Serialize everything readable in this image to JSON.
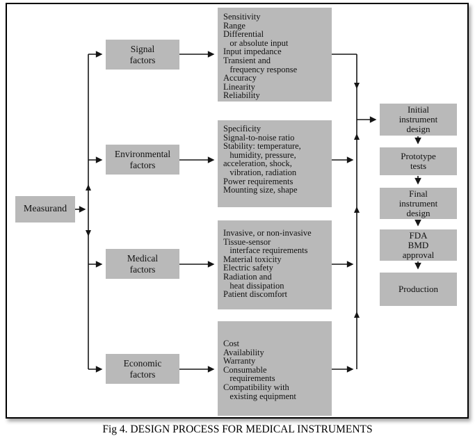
{
  "caption": "Fig 4. DESIGN PROCESS FOR MEDICAL INSTRUMENTS",
  "diagram": {
    "measurand_label": "Measurand",
    "factor_groups": [
      {
        "label": "Signal\nfactors",
        "details": [
          "Sensitivity",
          "Range",
          "Differential",
          "   or absolute input",
          "Input impedance",
          "Transient and",
          "   frequency response",
          "Accuracy",
          "Linearity",
          "Reliability"
        ]
      },
      {
        "label": "Environmental\nfactors",
        "details": [
          "Specificity",
          "Signal-to-noise ratio",
          "Stability: temperature,",
          "   humidity, pressure,",
          "acceleration, shock,",
          "   vibration, radiation",
          "Power requirements",
          "Mounting size, shape"
        ]
      },
      {
        "label": "Medical\nfactors",
        "details": [
          "Invasive, or non-invasive",
          "Tissue-sensor",
          "   interface requirements",
          "Material toxicity",
          "Electric safety",
          "Radiation and",
          "   heat dissipation",
          "Patient discomfort"
        ]
      },
      {
        "label": "Economic\nfactors",
        "details": [
          "Cost",
          "Availability",
          "Warranty",
          "Consumable",
          "   requirements",
          "Compatibility with",
          "   existing equipment"
        ]
      }
    ],
    "process_steps": [
      {
        "label": "Initial\ninstrument\ndesign"
      },
      {
        "label": "Prototype\ntests"
      },
      {
        "label": "Final\ninstrument\ndesign"
      },
      {
        "label": "FDA\nBMD\napproval"
      },
      {
        "label": "Production"
      }
    ],
    "colors": {
      "box_fill": "#b9b9b9",
      "line": "#151515"
    }
  }
}
